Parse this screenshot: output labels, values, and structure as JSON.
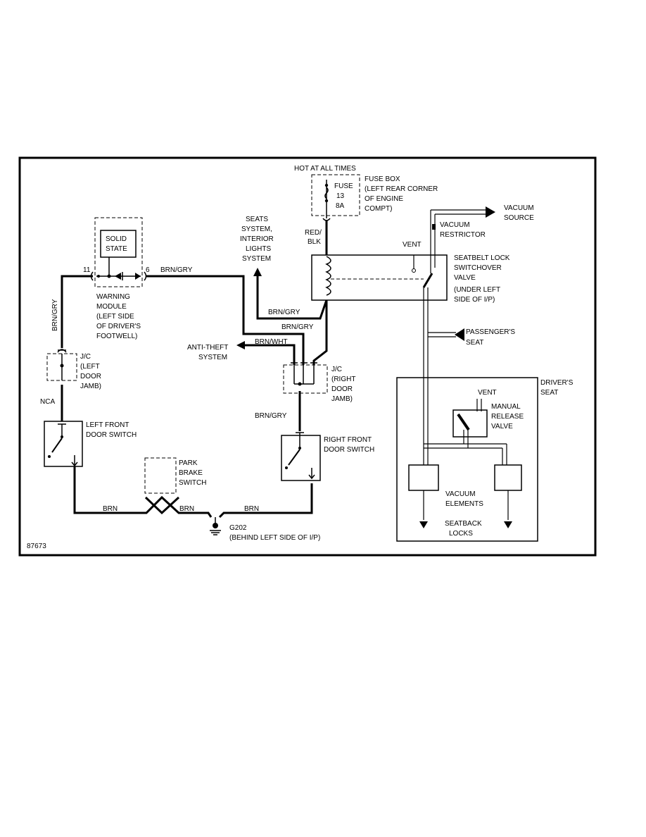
{
  "diagram_id": "87673",
  "labels": {
    "hot_at_all_times": "HOT AT ALL TIMES",
    "fuse_box": [
      "FUSE BOX",
      "(LEFT REAR CORNER",
      "OF ENGINE",
      "COMPT)"
    ],
    "fuse": [
      "FUSE",
      "13",
      "8A"
    ],
    "red_blk": [
      "RED/",
      "BLK"
    ],
    "seats_system": [
      "SEATS",
      "SYSTEM,",
      "INTERIOR",
      "LIGHTS",
      "SYSTEM"
    ],
    "solid_state": [
      "SOLID",
      "STATE"
    ],
    "pin_11": "11",
    "pin_6": "6",
    "brn_gry": "BRN/GRY",
    "brn_wht": "BRN/WHT",
    "brn": "BRN",
    "nca": "NCA",
    "warning_module": [
      "WARNING",
      "MODULE",
      "(LEFT SIDE",
      "OF DRIVER'S",
      "FOOTWELL)"
    ],
    "jc_left": [
      "J/C",
      "(LEFT",
      "DOOR",
      "JAMB)"
    ],
    "jc_right": [
      "J/C",
      "(RIGHT",
      "DOOR",
      "JAMB)"
    ],
    "anti_theft": [
      "ANTI-THEFT",
      "SYSTEM"
    ],
    "left_front_door_switch": [
      "LEFT FRONT",
      "DOOR SWITCH"
    ],
    "right_front_door_switch": [
      "RIGHT FRONT",
      "DOOR SWITCH"
    ],
    "park_brake_switch": [
      "PARK",
      "BRAKE",
      "SWITCH"
    ],
    "ground": [
      "G202",
      "(BEHIND LEFT SIDE OF I/P)"
    ],
    "vacuum_source": [
      "VACUUM",
      "SOURCE"
    ],
    "vacuum_restrictor": [
      "VACUUM",
      "RESTRICTOR"
    ],
    "vent": "VENT",
    "seatbelt_lock_valve": [
      "SEATBELT LOCK",
      "SWITCHOVER",
      "VALVE",
      "(UNDER LEFT",
      "SIDE OF I/P)"
    ],
    "passengers_seat": [
      "PASSENGER'S",
      "SEAT"
    ],
    "drivers_seat": [
      "DRIVER'S",
      "SEAT"
    ],
    "manual_release_valve": [
      "MANUAL",
      "RELEASE",
      "VALVE"
    ],
    "vacuum_elements": [
      "VACUUM",
      "ELEMENTS"
    ],
    "seatback_locks": [
      "SEATBACK",
      "LOCKS"
    ]
  }
}
